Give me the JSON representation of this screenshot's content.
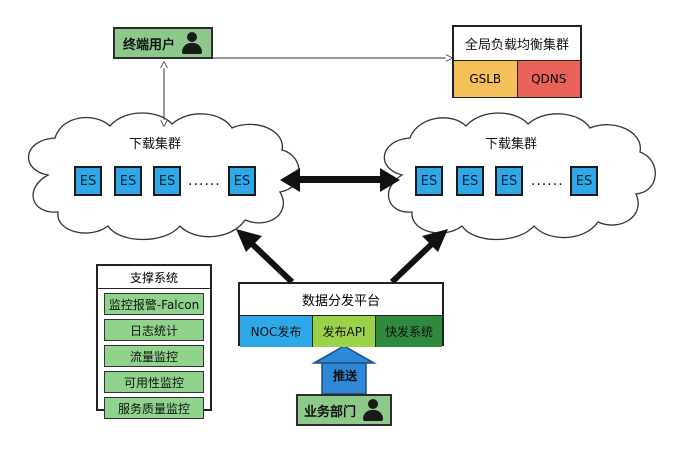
{
  "end_user": {
    "label": "终端用户"
  },
  "gslb_cluster": {
    "title": "全局负载均衡集群",
    "items": [
      {
        "label": "GSLB",
        "color": "#f5c05a"
      },
      {
        "label": "QDNS",
        "color": "#e8625a"
      }
    ]
  },
  "left_cluster": {
    "title": "下载集群",
    "nodes": [
      "ES",
      "ES",
      "ES",
      "ES"
    ],
    "ellipsis": "......"
  },
  "right_cluster": {
    "title": "下载集群",
    "nodes": [
      "ES",
      "ES",
      "ES",
      "ES"
    ],
    "ellipsis": "......"
  },
  "support": {
    "title": "支撑系统",
    "items": [
      "监控报警-Falcon",
      "日志统计",
      "流量监控",
      "可用性监控",
      "服务质量监控"
    ]
  },
  "platform": {
    "title": "数据分发平台",
    "cells": [
      {
        "label": "NOC发布",
        "color": "#2ea8e6"
      },
      {
        "label": "发布API",
        "color": "#9bd24a"
      },
      {
        "label": "快发系统",
        "color": "#2f8a3f"
      }
    ]
  },
  "push": {
    "label": "推送"
  },
  "business": {
    "label": "业务部门"
  }
}
